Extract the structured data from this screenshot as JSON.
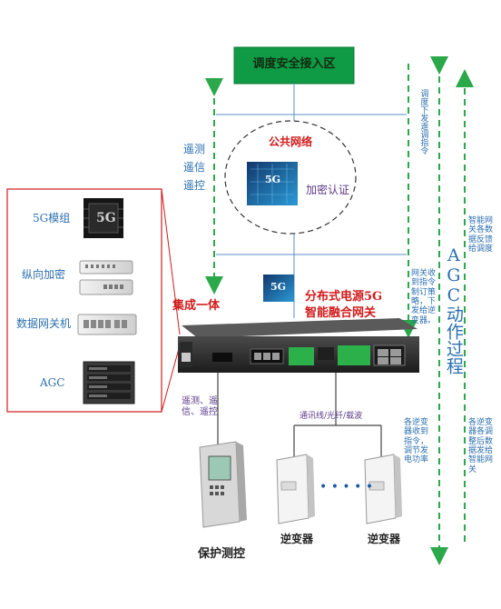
{
  "top_box": {
    "label": "调度安全接入区",
    "color": "#0f9a46"
  },
  "network": {
    "title": "公共网络",
    "encrypt": "加密认证",
    "icon_text": "5G"
  },
  "left_arrow_text": [
    "遥测",
    "遥信",
    "遥控"
  ],
  "left_panel": {
    "module_5g": {
      "label": "5G模组",
      "icon_text": "5G"
    },
    "vertical_encrypt": {
      "label": "纵向加密"
    },
    "data_gateway": {
      "label": "数据网关机"
    },
    "agc": {
      "label": "AGC"
    },
    "integrated": "集成一体"
  },
  "gateway": {
    "label_line1": "分布式电源5G",
    "label_line2": "智能融合网关",
    "icon_text": "5G"
  },
  "right_texts": {
    "dispatch_cmd": "调度下发遥调指令",
    "gateway_receive": "网关收到指令制订策略，下发给逆变器。",
    "agc_process": "AGC动作过程",
    "feedback": "智能网关各数据反馈给调度"
  },
  "bottom": {
    "protection_signal": "遥测、遥信、遥控",
    "protection_label": "保护测控",
    "bus_label": "通讯线/光纤/载波",
    "inverter_label": "逆变器",
    "dots": "• • • • •",
    "inverter_receive": "各逆变器收到指令，调节发电功率",
    "inverter_feedback": "各逆变器各调整后数据发给智能网关"
  },
  "colors": {
    "green": "#0f9a46",
    "red_border": "#d11a1a",
    "blue_arrow": "#2b6fb0",
    "arrow_green": "#2aa84a"
  }
}
